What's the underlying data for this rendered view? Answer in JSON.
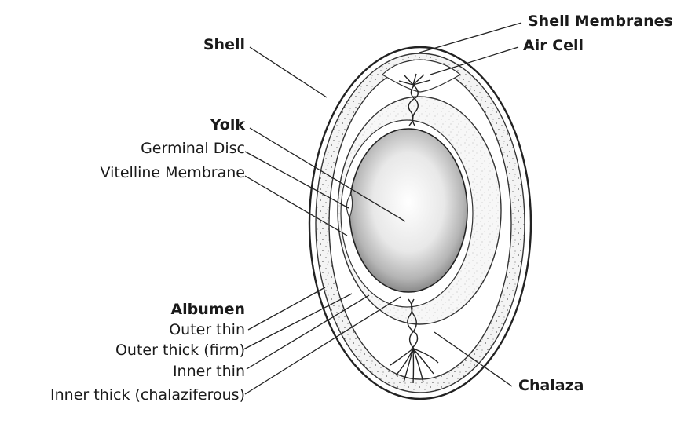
{
  "labels": {
    "shell": "Shell",
    "shell_membranes": "Shell Membranes",
    "air_cell": "Air Cell",
    "yolk": "Yolk",
    "germinal_disc": "Germinal Disc",
    "vitelline_membrane": "Vitelline Membrane",
    "albumen": "Albumen",
    "outer_thin": "Outer thin",
    "outer_thick": "Outer thick (firm)",
    "inner_thin": "Inner thin",
    "inner_thick": "Inner thick (chalaziferous)",
    "chalaza": "Chalaza"
  }
}
